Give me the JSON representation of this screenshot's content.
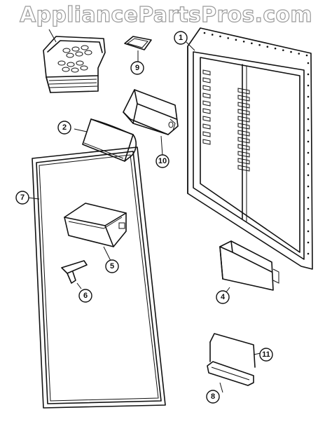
{
  "watermark": {
    "text": "AppliancePartsPros.com"
  },
  "callouts": [
    "1",
    "2",
    "4",
    "5",
    "6",
    "7",
    "8",
    "9",
    "10",
    "11"
  ],
  "colors": {
    "line": "#111111",
    "background": "#ffffff",
    "watermark_outline": "#9a9a9a"
  }
}
